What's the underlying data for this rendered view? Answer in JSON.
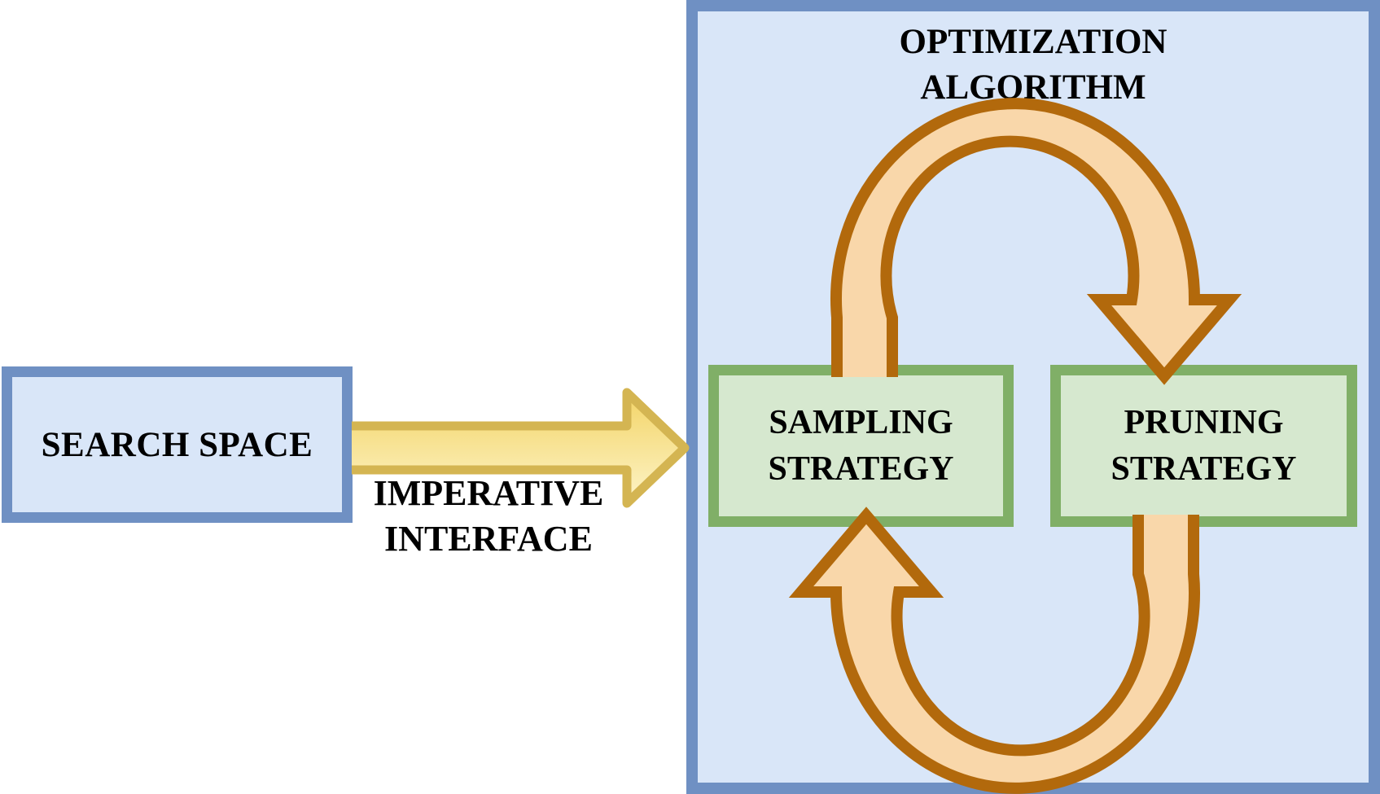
{
  "search_space": {
    "label": "SEARCH SPACE"
  },
  "imperative_interface": {
    "line1": "IMPERATIVE",
    "line2": "INTERFACE"
  },
  "optimization": {
    "title_line1": "OPTIMIZATION",
    "title_line2": "ALGORITHM",
    "sampling_line1": "SAMPLING",
    "sampling_line2": "STRATEGY",
    "pruning_line1": "PRUNING",
    "pruning_line2": "STRATEGY"
  },
  "icons": {
    "imperative_arrow": "right-arrow",
    "cycle_top": "clockwise-curved-arrow",
    "cycle_bottom": "clockwise-curved-arrow"
  },
  "colors": {
    "blue_border": "#6f90c3",
    "blue_fill": "#d9e6f8",
    "green_border": "#80af67",
    "green_fill": "#d6e8cf",
    "cycle_stroke": "#b2690c",
    "cycle_fill": "#f9d7aa",
    "flow_stroke": "#d4b552",
    "flow_fill_top": "#f3d467",
    "flow_fill_bottom": "#fdf4c8",
    "text": "#000000"
  }
}
